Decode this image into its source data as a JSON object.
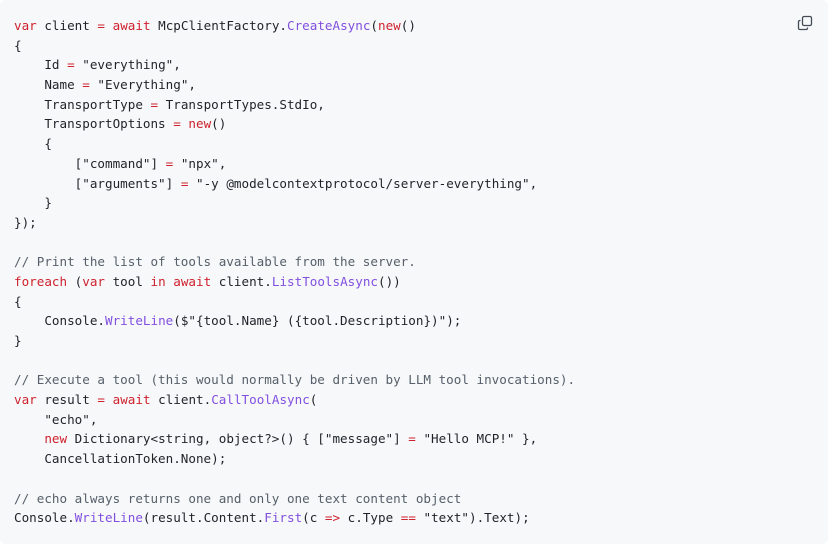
{
  "code_block": {
    "lines": [
      [
        [
          "kw",
          "var"
        ],
        [
          "t",
          " client "
        ],
        [
          "op",
          "="
        ],
        [
          "t",
          " "
        ],
        [
          "kw",
          "await"
        ],
        [
          "t",
          " McpClientFactory."
        ],
        [
          "fn",
          "CreateAsync"
        ],
        [
          "t",
          "("
        ],
        [
          "kw",
          "new"
        ],
        [
          "t",
          "()"
        ]
      ],
      [
        [
          "t",
          "{"
        ]
      ],
      [
        [
          "t",
          "    Id "
        ],
        [
          "op",
          "="
        ],
        [
          "t",
          " \"everything\","
        ]
      ],
      [
        [
          "t",
          "    Name "
        ],
        [
          "op",
          "="
        ],
        [
          "t",
          " \"Everything\","
        ]
      ],
      [
        [
          "t",
          "    TransportType "
        ],
        [
          "op",
          "="
        ],
        [
          "t",
          " TransportTypes.StdIo,"
        ]
      ],
      [
        [
          "t",
          "    TransportOptions "
        ],
        [
          "op",
          "="
        ],
        [
          "t",
          " "
        ],
        [
          "kw",
          "new"
        ],
        [
          "t",
          "()"
        ]
      ],
      [
        [
          "t",
          "    {"
        ]
      ],
      [
        [
          "t",
          "        [\"command\"] "
        ],
        [
          "op",
          "="
        ],
        [
          "t",
          " \"npx\","
        ]
      ],
      [
        [
          "t",
          "        [\"arguments\"] "
        ],
        [
          "op",
          "="
        ],
        [
          "t",
          " \"-y @modelcontextprotocol/server-everything\","
        ]
      ],
      [
        [
          "t",
          "    }"
        ]
      ],
      [
        [
          "t",
          "});"
        ]
      ],
      [
        [
          "t",
          ""
        ]
      ],
      [
        [
          "cm",
          "// Print the list of tools available from the server."
        ]
      ],
      [
        [
          "kw",
          "foreach"
        ],
        [
          "t",
          " ("
        ],
        [
          "kw",
          "var"
        ],
        [
          "t",
          " tool "
        ],
        [
          "kw",
          "in"
        ],
        [
          "t",
          " "
        ],
        [
          "kw",
          "await"
        ],
        [
          "t",
          " client."
        ],
        [
          "fn",
          "ListToolsAsync"
        ],
        [
          "t",
          "())"
        ]
      ],
      [
        [
          "t",
          "{"
        ]
      ],
      [
        [
          "t",
          "    Console."
        ],
        [
          "fn",
          "WriteLine"
        ],
        [
          "t",
          "($\"{tool.Name} ({tool.Description})\");"
        ]
      ],
      [
        [
          "t",
          "}"
        ]
      ],
      [
        [
          "t",
          ""
        ]
      ],
      [
        [
          "cm",
          "// Execute a tool (this would normally be driven by LLM tool invocations)."
        ]
      ],
      [
        [
          "kw",
          "var"
        ],
        [
          "t",
          " result "
        ],
        [
          "op",
          "="
        ],
        [
          "t",
          " "
        ],
        [
          "kw",
          "await"
        ],
        [
          "t",
          " client."
        ],
        [
          "fn",
          "CallToolAsync"
        ],
        [
          "t",
          "("
        ]
      ],
      [
        [
          "t",
          "    \"echo\","
        ]
      ],
      [
        [
          "t",
          "    "
        ],
        [
          "kw",
          "new"
        ],
        [
          "t",
          " Dictionary<string, object?>() { [\"message\"] "
        ],
        [
          "op",
          "="
        ],
        [
          "t",
          " \"Hello MCP!\" },"
        ]
      ],
      [
        [
          "t",
          "    CancellationToken.None);"
        ]
      ],
      [
        [
          "t",
          ""
        ]
      ],
      [
        [
          "cm",
          "// echo always returns one and only one text content object"
        ]
      ],
      [
        [
          "t",
          "Console."
        ],
        [
          "fn",
          "WriteLine"
        ],
        [
          "t",
          "(result.Content."
        ],
        [
          "fn",
          "First"
        ],
        [
          "t",
          "(c "
        ],
        [
          "op",
          "=>"
        ],
        [
          "t",
          " c.Type "
        ],
        [
          "op",
          "=="
        ],
        [
          "t",
          " \"text\").Text);"
        ]
      ]
    ],
    "copy_icon": "copy-icon"
  }
}
